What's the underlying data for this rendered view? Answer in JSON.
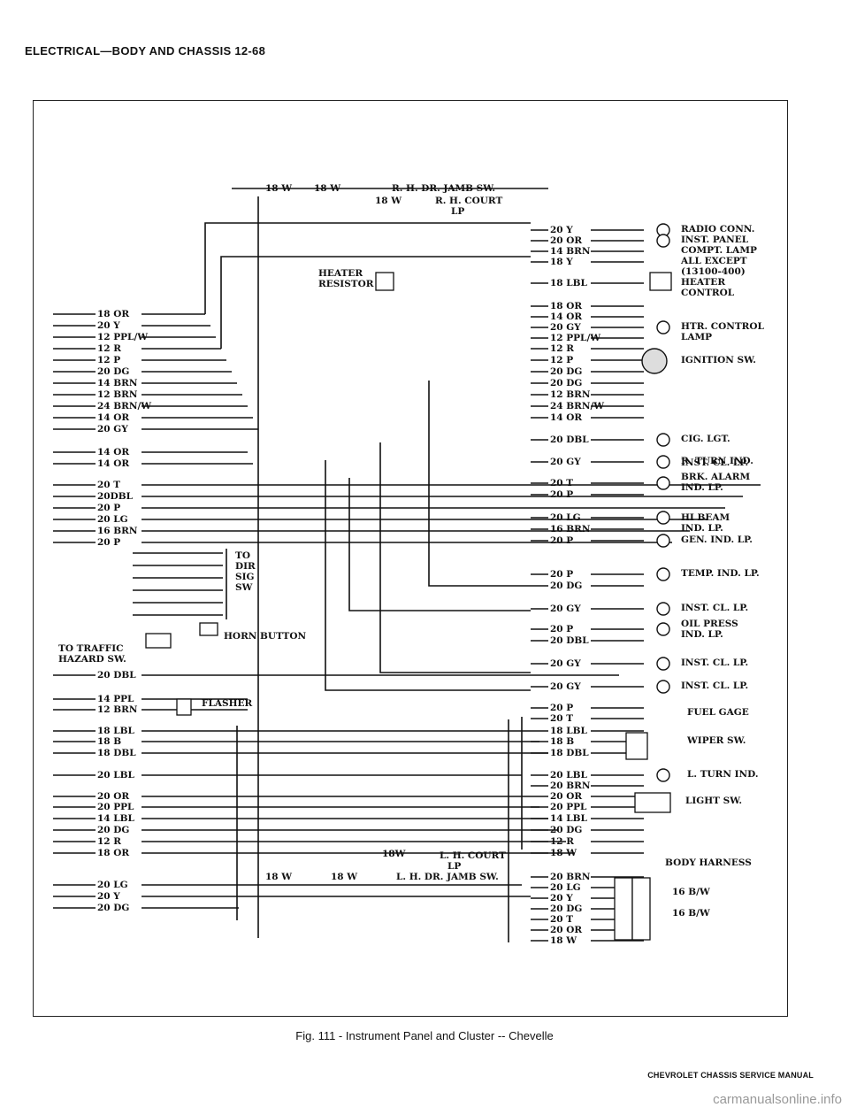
{
  "header": "ELECTRICAL—BODY AND CHASSIS 12-68",
  "caption": "Fig. 111 - Instrument Panel and Cluster -- Chevelle",
  "footer": "CHEVROLET CHASSIS SERVICE MANUAL",
  "watermark": "carmanualsonline.info",
  "left_wires": [
    "18 OR",
    "20 Y",
    "12 PPL/W",
    "12 R",
    "12 P",
    "20 DG",
    "14 BRN",
    "12 BRN",
    "24 BRN/W",
    "14 OR",
    "20 GY",
    "14 OR",
    "14 OR",
    "20 T",
    "20DBL",
    "20 P",
    "20 LG",
    "16 BRN",
    "20 P",
    "20 DBL",
    "14 PPL",
    "12 BRN",
    "18 LBL",
    "18 B",
    "18 DBL",
    "20 LBL",
    "20 OR",
    "20 PPL",
    "14 LBL",
    "20 DG",
    "12 R",
    "18 OR",
    "20 LG",
    "20 Y",
    "20 DG"
  ],
  "right_wires": [
    "20 Y",
    "20 OR",
    "14 BRN",
    "18 Y",
    "18 LBL",
    "18 OR",
    "14 OR",
    "20 GY",
    "12 PPL/W",
    "12 R",
    "12 P",
    "20 DG",
    "20 DG",
    "12 BRN",
    "24 BRN/W",
    "14 OR",
    "20 DBL",
    "20 GY",
    "20 T",
    "20 P",
    "20 LG",
    "16 BRN",
    "20 P",
    "20 P",
    "20 DG",
    "20 GY",
    "20 P",
    "20 DBL",
    "20 GY",
    "20 GY",
    "20 P",
    "20 T",
    "18 LBL",
    "18 B",
    "18 DBL",
    "20 LBL",
    "20 BRN",
    "20 OR",
    "20 PPL",
    "14 LBL",
    "20 DG",
    "12 R",
    "18 W",
    "20 BRN",
    "20 LG",
    "20 Y",
    "20 DG",
    "20 T",
    "20 OR",
    "18 W"
  ],
  "components": [
    "RADIO CONN.",
    "INST. PANEL",
    "COMPT. LAMP",
    "ALL EXCEPT",
    "(13100-400)",
    "HEATER",
    "CONTROL",
    "HTR. CONTROL",
    "LAMP",
    "IGNITION SW.",
    "CIG. LGT.",
    "R. TURN IND.",
    "INST. CL. LP.",
    "BRK. ALARM",
    "IND. LP.",
    "HI BEAM",
    "IND. LP.",
    "GEN. IND. LP.",
    "TEMP. IND. LP.",
    "INST. CL. LP.",
    "OIL PRESS",
    "IND. LP.",
    "INST. CL. LP.",
    "INST. CL. LP.",
    "FUEL GAGE",
    "WIPER SW.",
    "L. TURN IND.",
    "LIGHT SW.",
    "BODY HARNESS",
    "16 B/W",
    "16 B/W"
  ],
  "misc": [
    "18 W",
    "18 W",
    "R. H. DR. JAMB SW.",
    "18 W",
    "R. H. COURT",
    "LP",
    "HEATER",
    "RESISTOR",
    "TO",
    "DIR",
    "SIG",
    "SW",
    "HORN BUTTON",
    "TO TRAFFIC",
    "HAZARD SW.",
    "FLASHER",
    "18W",
    "L. H. COURT",
    "LP",
    "18 W",
    "18 W",
    "L. H. DR. JAMB SW."
  ]
}
